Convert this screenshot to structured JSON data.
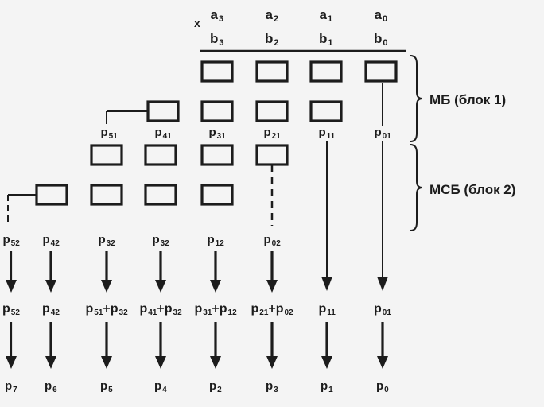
{
  "operator": "x",
  "multiplicand": [
    {
      "base": "a",
      "sub": "3"
    },
    {
      "base": "a",
      "sub": "2"
    },
    {
      "base": "a",
      "sub": "1"
    },
    {
      "base": "a",
      "sub": "0"
    }
  ],
  "multiplier": [
    {
      "base": "b",
      "sub": "3"
    },
    {
      "base": "b",
      "sub": "2"
    },
    {
      "base": "b",
      "sub": "1"
    },
    {
      "base": "b",
      "sub": "0"
    }
  ],
  "block1_label": "МБ (блок 1)",
  "block2_label": "МСБ (блок 2)",
  "block1_outputs": [
    {
      "base": "p",
      "sub": "51"
    },
    {
      "base": "p",
      "sub": "41"
    },
    {
      "base": "p",
      "sub": "31"
    },
    {
      "base": "p",
      "sub": "21"
    },
    {
      "base": "p",
      "sub": "11"
    },
    {
      "base": "p",
      "sub": "01"
    }
  ],
  "stage1_outputs": [
    {
      "base": "p",
      "sub": "52"
    },
    {
      "base": "p",
      "sub": "42"
    },
    {
      "base": "p",
      "sub": "32"
    },
    {
      "base": "p",
      "sub": "32"
    },
    {
      "base": "p",
      "sub": "12"
    },
    {
      "base": "p",
      "sub": "02"
    }
  ],
  "sums": [
    [
      {
        "base": "p",
        "sub": "52"
      }
    ],
    [
      {
        "base": "p",
        "sub": "42"
      }
    ],
    [
      {
        "base": "p",
        "sub": "51"
      },
      {
        "base": "p",
        "sub": "32"
      }
    ],
    [
      {
        "base": "p",
        "sub": "41"
      },
      {
        "base": "p",
        "sub": "32"
      }
    ],
    [
      {
        "base": "p",
        "sub": "31"
      },
      {
        "base": "p",
        "sub": "12"
      }
    ],
    [
      {
        "base": "p",
        "sub": "21"
      },
      {
        "base": "p",
        "sub": "02"
      }
    ],
    [
      {
        "base": "p",
        "sub": "11"
      }
    ],
    [
      {
        "base": "p",
        "sub": "01"
      }
    ]
  ],
  "results": [
    {
      "base": "p",
      "sub": "7"
    },
    {
      "base": "p",
      "sub": "6"
    },
    {
      "base": "p",
      "sub": "5"
    },
    {
      "base": "p",
      "sub": "4"
    },
    {
      "base": "p",
      "sub": "2"
    },
    {
      "base": "p",
      "sub": "3"
    },
    {
      "base": "p",
      "sub": "1"
    },
    {
      "base": "p",
      "sub": "0"
    }
  ]
}
